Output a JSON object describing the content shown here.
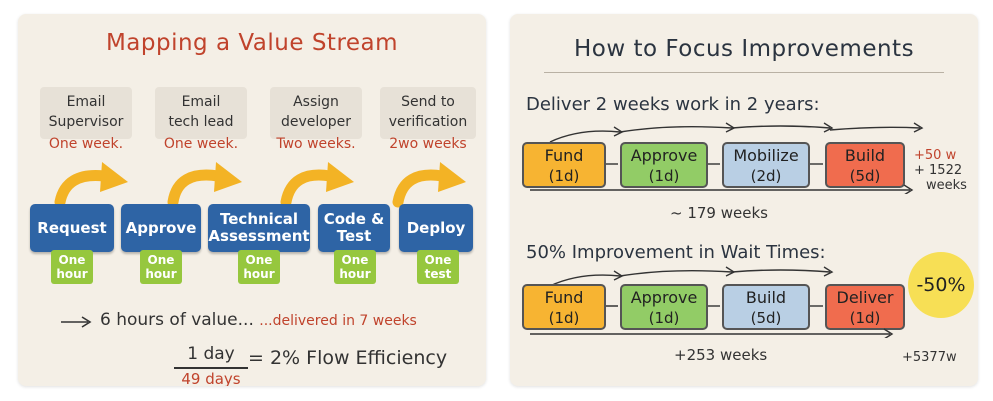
{
  "left": {
    "title": "Mapping a Value Stream",
    "handoffs": [
      {
        "note": [
          "Email",
          "Supervisor"
        ],
        "wait": "One week."
      },
      {
        "note": [
          "Email",
          "tech lead"
        ],
        "wait": "One week."
      },
      {
        "note": [
          "Assign",
          "developer"
        ],
        "wait": "Two weeks."
      },
      {
        "note": [
          "Send to",
          "verification"
        ],
        "wait": "2wo weeks"
      }
    ],
    "steps": [
      {
        "label": [
          "Request"
        ],
        "time": [
          "One",
          "hour"
        ]
      },
      {
        "label": [
          "Approve"
        ],
        "time": [
          "One",
          "hour"
        ]
      },
      {
        "label": [
          "Technical",
          "Assessment"
        ],
        "time": [
          "One",
          "hour"
        ]
      },
      {
        "label": [
          "Code &",
          "Test"
        ],
        "time": [
          "One",
          "hour"
        ]
      },
      {
        "label": [
          "Deploy"
        ],
        "time": [
          "One",
          "test"
        ]
      }
    ],
    "summary_value": "6 hours of value...",
    "summary_delivered": "...delivered in 7 weeks",
    "fraction_numerator": "1 day",
    "fraction_denominator": "49 days",
    "efficiency": "= 2% Flow Efficiency"
  },
  "right": {
    "title": "How to Focus Improvements",
    "scenario1": {
      "heading": "Deliver 2 weeks work in 2 years:",
      "stages": [
        {
          "name": "Fund",
          "duration": "(1d)",
          "color": "#f7b432"
        },
        {
          "name": "Approve",
          "duration": "(1d)",
          "color": "#92cc66"
        },
        {
          "name": "Mobilize",
          "duration": "(2d)",
          "color": "#b9cfe4"
        },
        {
          "name": "Build",
          "duration": "(5d)",
          "color": "#f06c4e"
        }
      ],
      "note_line1": "+50 w",
      "note_line2": "+ 1522",
      "note_line3": "weeks",
      "total": "~ 179 weeks"
    },
    "scenario2": {
      "heading": "50% Improvement in Wait Times:",
      "stages": [
        {
          "name": "Fund",
          "duration": "(1d)",
          "color": "#f7b432"
        },
        {
          "name": "Approve",
          "duration": "(1d)",
          "color": "#92cc66"
        },
        {
          "name": "Build",
          "duration": "(5d)",
          "color": "#b9cfe4"
        },
        {
          "name": "Deliver",
          "duration": "(1d)",
          "color": "#f06c4e"
        }
      ],
      "badge": "-50%",
      "total": "+253 weeks",
      "note": "+5377w"
    }
  }
}
